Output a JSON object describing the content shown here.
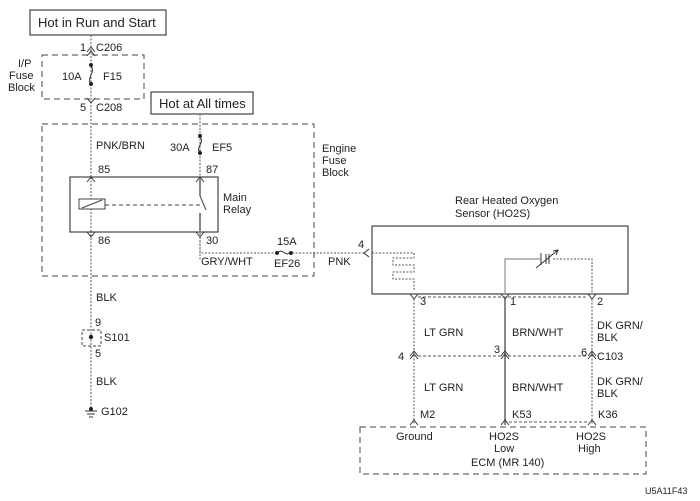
{
  "power_labels": {
    "hot_run_start": "Hot in Run and Start",
    "hot_all_times": "Hot at All times"
  },
  "ip_fuse_block": {
    "label_line1": "I/P",
    "label_line2": "Fuse",
    "label_line3": "Block",
    "fuse_rating": "10A",
    "fuse_name": "F15",
    "top_pin": "1",
    "top_connector": "C206",
    "bottom_pin": "5",
    "bottom_connector": "C208"
  },
  "engine_fuse_block": {
    "label_line1": "Engine",
    "label_line2": "Fuse",
    "label_line3": "Block",
    "ef5_rating": "30A",
    "ef5_name": "EF5",
    "ef26_rating": "15A",
    "ef26_name": "EF26"
  },
  "main_relay": {
    "label_line1": "Main",
    "label_line2": "Relay",
    "pin85": "85",
    "pin86": "86",
    "pin87": "87",
    "pin30": "30"
  },
  "wires": {
    "pnk_brn": "PNK/BRN",
    "gry_wht": "GRY/WHT",
    "pnk": "PNK",
    "blk_upper": "BLK",
    "blk_lower": "BLK",
    "lt_grn_upper": "LT GRN",
    "lt_grn_lower": "LT GRN",
    "brn_wht_upper": "BRN/WHT",
    "brn_wht_lower": "BRN/WHT",
    "dk_grn_blk_upper_1": "DK GRN/",
    "dk_grn_blk_upper_2": "BLK",
    "dk_grn_blk_lower_1": "DK GRN/",
    "dk_grn_blk_lower_2": "BLK"
  },
  "splice": {
    "name": "S101",
    "pin_top": "9",
    "pin_bottom": "5"
  },
  "ground": {
    "name": "G102"
  },
  "sensor": {
    "title_line1": "Rear Heated Oxygen",
    "title_line2": "Sensor (HO2S)",
    "pin4": "4",
    "pin3": "3",
    "pin1": "1",
    "pin2": "2"
  },
  "c103": {
    "name": "C103",
    "pin4": "4",
    "pin3": "3",
    "pin6": "6"
  },
  "ecm": {
    "name": "ECM (MR 140)",
    "pin_m2": "M2",
    "pin_k53": "K53",
    "pin_k36": "K36",
    "ground_label": "Ground",
    "low_label_1": "HO2S",
    "low_label_2": "Low",
    "high_label_1": "HO2S",
    "high_label_2": "High"
  },
  "figure_id": "U5A11F43"
}
